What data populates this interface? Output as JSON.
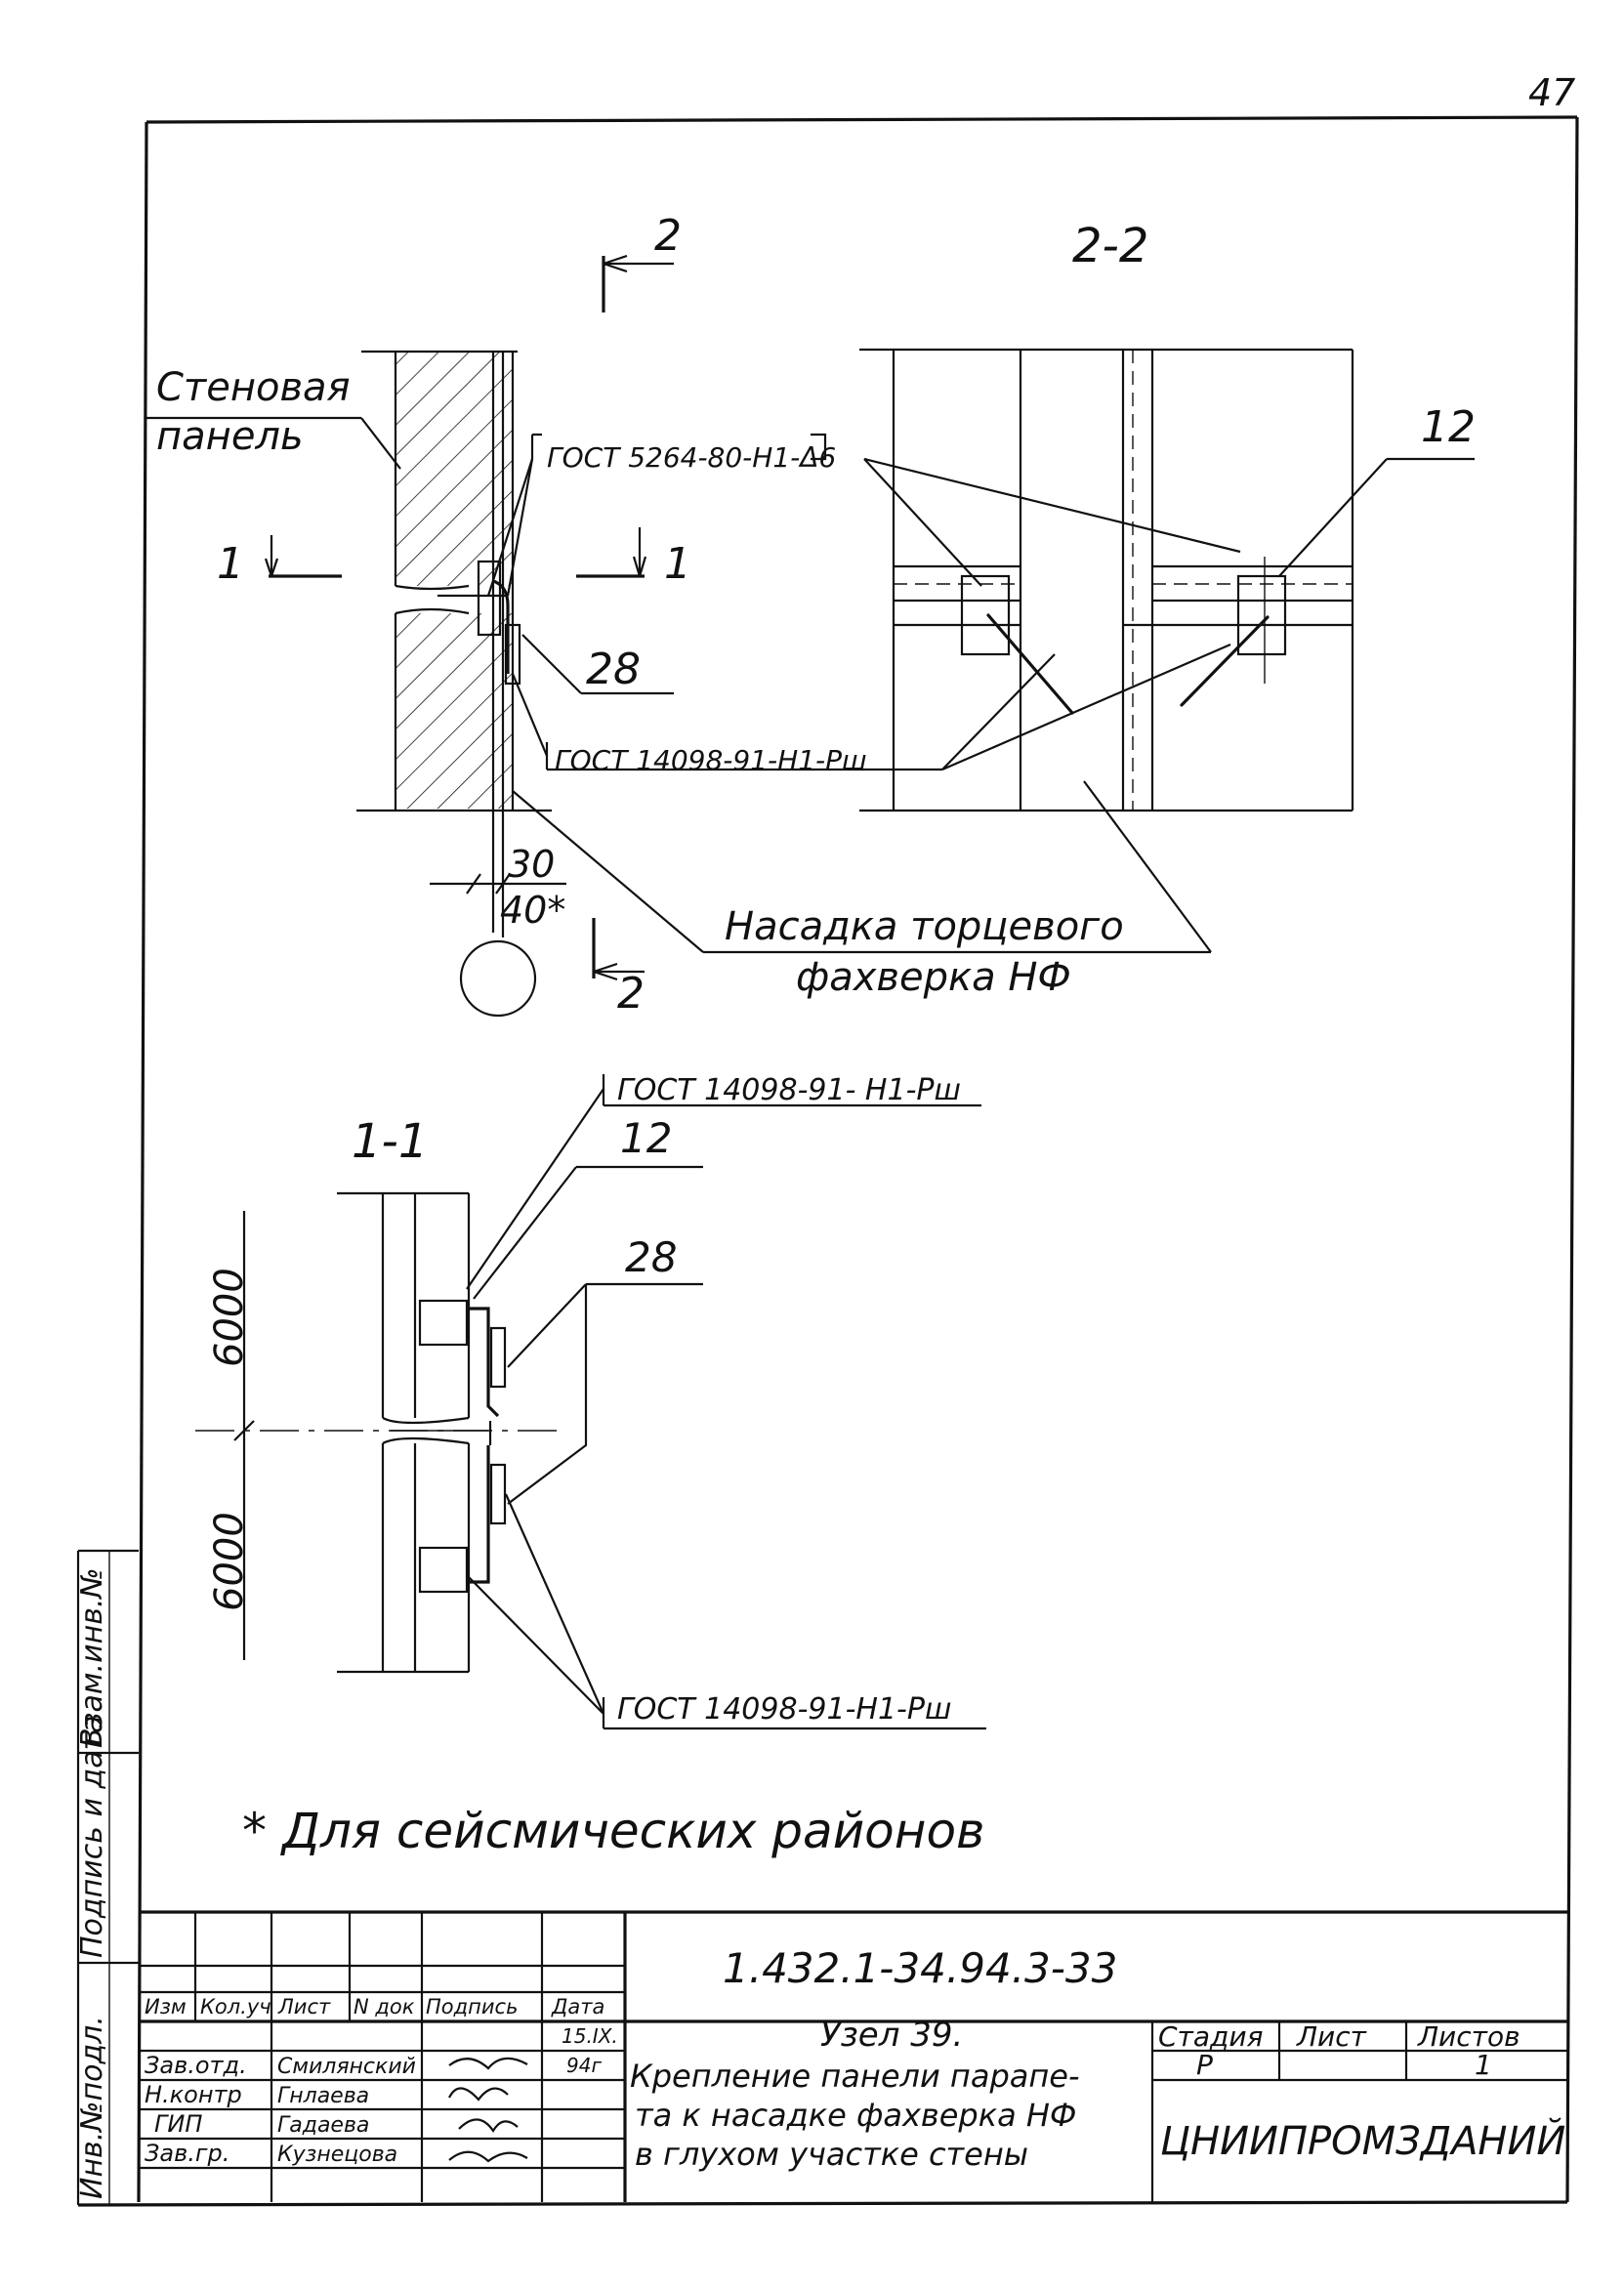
{
  "page_number": "47",
  "section_labels": {
    "cut_2_top": "2",
    "cut_2_bottom": "2",
    "cut_1_left": "1",
    "cut_1_right": "1",
    "view_2_2": "2-2",
    "view_1_1": "1-1"
  },
  "elevation_callouts": {
    "wall_panel_line1": "Стеновая",
    "wall_panel_line2": "панель",
    "gost_5264": "ГОСТ 5264-80-Н1-Δ6",
    "part_28": "28",
    "gost_14098_a": "ГОСТ 14098-91-Н1-Рш",
    "dim_30": "30",
    "dim_40": "40*",
    "nozzle_line1": "Насадка торцевого",
    "nozzle_line2": "фахверка НФ"
  },
  "view_2_2_callouts": {
    "part_12": "12"
  },
  "section_1_1_callouts": {
    "gost_14098_top": "ГОСТ 14098-91- Н1-Рш",
    "part_12": "12",
    "part_28": "28",
    "dim_upper": "6000",
    "dim_lower": "6000",
    "gost_14098_bottom": "ГОСТ 14098-91-Н1-Рш"
  },
  "footnote": "* Для сейсмических районов",
  "side_stamp": {
    "vzam_inv": "Взам.инв.№",
    "podpis_data": "Подпись и дата",
    "inv_podl": "Инв.№подл."
  },
  "title_block": {
    "designation": "1.432.1-34.94.3-33",
    "col_headers": [
      "Изм",
      "Кол.уч",
      "Лист",
      "N док",
      "Подпись",
      "Дата"
    ],
    "date_1": "15.IX.",
    "date_2": "94г",
    "people": [
      {
        "role": "Зав.отд.",
        "name": "Смилянский"
      },
      {
        "role": "Н.контр",
        "name": "Гнлаева"
      },
      {
        "role": "ГИП",
        "name": "Гадаева"
      },
      {
        "role": "Зав.гр.",
        "name": "Кузнецова"
      }
    ],
    "title_line1": "Узел 39.",
    "title_line2": "Крепление панели парапе-",
    "title_line3": "та к насадке фахверка НФ",
    "title_line4": "в глухом участке стены",
    "stage_label": "Стадия",
    "sheet_label": "Лист",
    "sheets_label": "Листов",
    "stage_value": "Р",
    "sheets_value": "1",
    "organization": "ЦНИИПРОМЗДАНИЙ"
  }
}
